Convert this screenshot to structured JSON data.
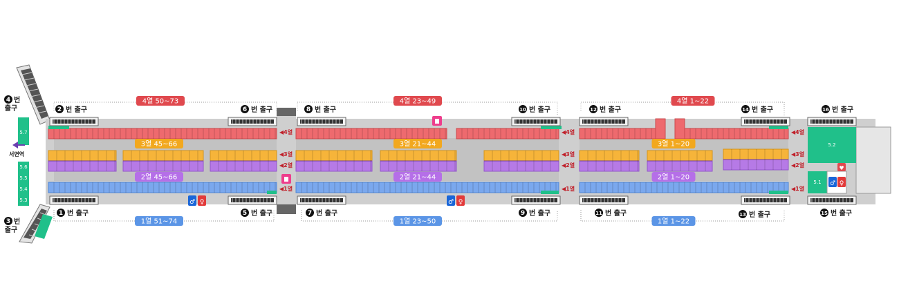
{
  "colors": {
    "row4": "#ee6a6e",
    "row3": "#f6b43a",
    "row2": "#b67ae6",
    "row1": "#7aa8ee",
    "green": "#20c08a",
    "concourse": "#cfcfcf",
    "pill4": "#e0494e",
    "pill3": "#f2a81e",
    "pill2": "#b56fe8",
    "pill1": "#5b95e6",
    "exit_badge": "#111111",
    "pink": "#ee3e8c"
  },
  "station": {
    "label": "서면역",
    "direction": "left"
  },
  "exits": [
    {
      "id": "exit-1",
      "num": "1",
      "label": "번 출구"
    },
    {
      "id": "exit-2",
      "num": "2",
      "label": "번 출구"
    },
    {
      "id": "exit-3",
      "num": "3",
      "label": "번\n출구"
    },
    {
      "id": "exit-4",
      "num": "4",
      "label": "번\n출구"
    },
    {
      "id": "exit-5",
      "num": "5",
      "label": "번 출구"
    },
    {
      "id": "exit-6",
      "num": "6",
      "label": "번 출구"
    },
    {
      "id": "exit-7",
      "num": "7",
      "label": "번 출구"
    },
    {
      "id": "exit-8",
      "num": "8",
      "label": "번 출구"
    },
    {
      "id": "exit-9",
      "num": "9",
      "label": "번 출구"
    },
    {
      "id": "exit-10",
      "num": "10",
      "label": "번 출구"
    },
    {
      "id": "exit-11",
      "num": "11",
      "label": "번 출구"
    },
    {
      "id": "exit-12",
      "num": "12",
      "label": "번 출구"
    },
    {
      "id": "exit-13",
      "num": "13",
      "label": "번 출구"
    },
    {
      "id": "exit-14",
      "num": "14",
      "label": "번 출구"
    },
    {
      "id": "exit-15",
      "num": "15",
      "label": "번 출구"
    },
    {
      "id": "exit-16",
      "num": "16",
      "label": "번 출구"
    }
  ],
  "row_pills": {
    "row4_a": "4열 50~73",
    "row4_b": "4열 23~49",
    "row4_c": "4열 1~22",
    "row3_a": "3열 45~66",
    "row3_b": "3열 21~44",
    "row3_c": "3열 1~20",
    "row2_a": "2열 45~66",
    "row2_b": "2열 21~44",
    "row2_c": "2열 1~20",
    "row1_a": "1열 51~74",
    "row1_b": "1열 23~50",
    "row1_c": "1열 1~22"
  },
  "row_markers": {
    "r4": "◀4열",
    "r3": "◀3열",
    "r2": "◀2열",
    "r1": "◀1열"
  },
  "stalls": {
    "s57": "5.7",
    "s56": "5.6",
    "s55": "5.5",
    "s54": "5.4",
    "s53": "5.3",
    "s52": "5.2",
    "s51": "5.1"
  },
  "icons": {
    "restroom": "restroom-icon",
    "shopping": "shopping-bag-icon",
    "heart": "first-aid-heart-icon",
    "arrow": "arrow-left-icon"
  }
}
